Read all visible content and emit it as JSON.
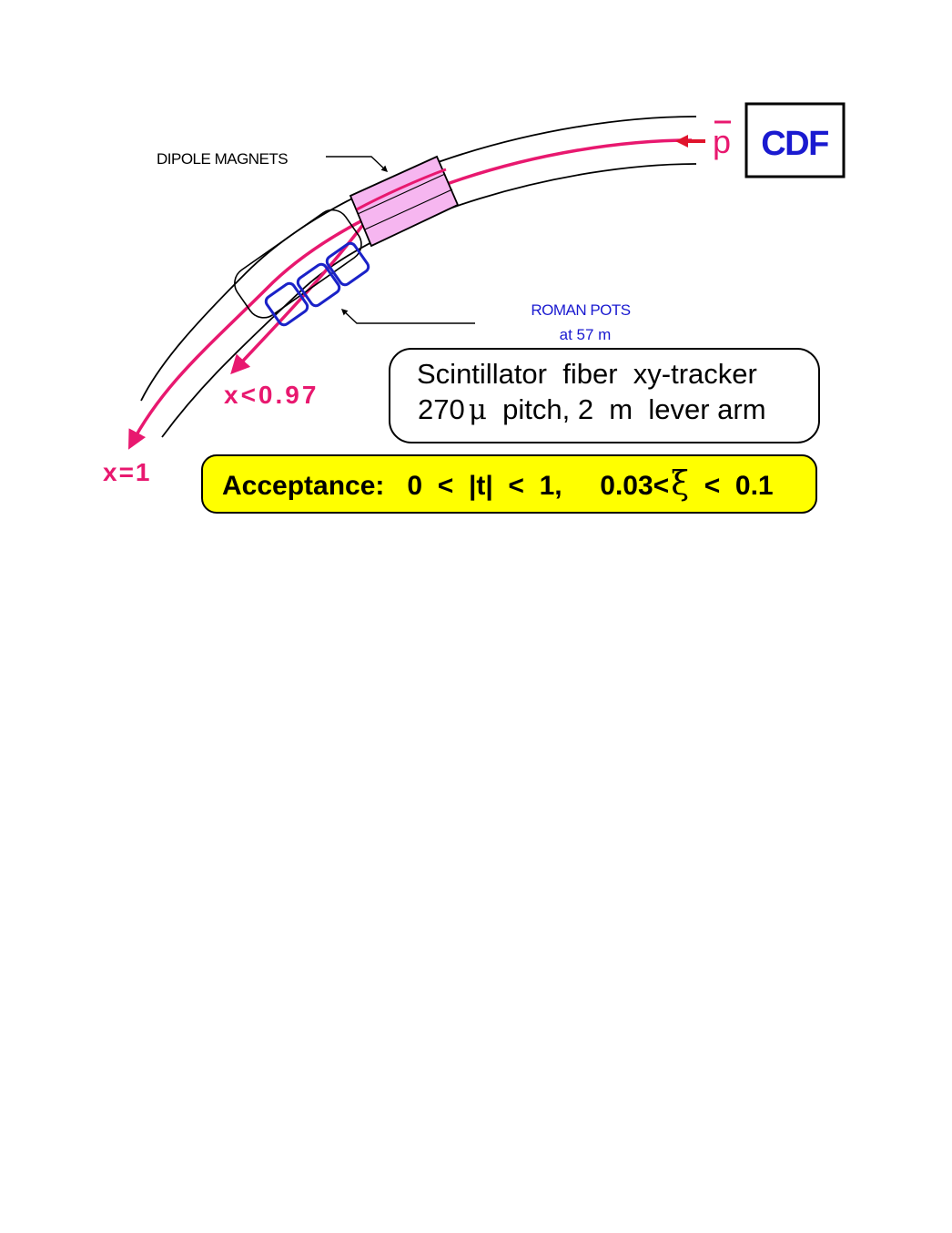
{
  "labels": {
    "dipole_magnets": "DIPOLE MAGNETS",
    "pbar_letter": "p",
    "cdf": "CDF",
    "roman_pots_line1": "ROMAN POTS",
    "roman_pots_line2": "at 57  m",
    "x_lt": "x<0.97",
    "x_eq": "x=1"
  },
  "tracker": {
    "line1": "Scintillator  fiber  xy-tracker",
    "line2_value": "270",
    "line2_mu": "μ",
    "line2_rest": "  pitch, 2  m  lever arm"
  },
  "acceptance": {
    "text": "Acceptance:   0  <  |t|  <  1,     0.03<",
    "xi": "ξ",
    "tail": "  <  0.1"
  },
  "colors": {
    "beam": "#e8186f",
    "pbar_arrow": "#e0142c",
    "magnet_fill": "#f6b6f0",
    "pots": "#1a22c8",
    "blue_text": "#1a1ad0",
    "acceptance_bg": "#ffff00"
  }
}
